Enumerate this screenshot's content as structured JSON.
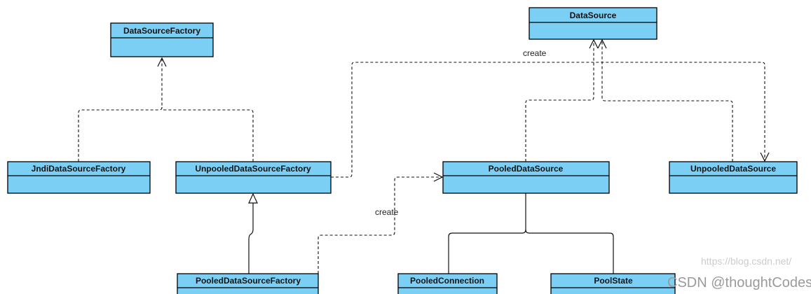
{
  "diagram": {
    "classes": {
      "data_source_factory": "DataSourceFactory",
      "jndi_data_source_factory": "JndiDataSourceFactory",
      "unpooled_data_source_factory": "UnpooledDataSourceFactory",
      "pooled_data_source_factory": "PooledDataSourceFactory",
      "data_source": "DataSource",
      "pooled_data_source": "PooledDataSource",
      "unpooled_data_source": "UnpooledDataSource",
      "pooled_connection": "PooledConnection",
      "pool_state": "PoolState"
    },
    "edge_labels": {
      "create_unpooled": "create",
      "create_pooled": "create"
    },
    "watermark": "CSDN @thoughtCodes",
    "watermark_url": "https://blog.csdn.net/"
  },
  "colors": {
    "class_fill": "#7ccff4",
    "stroke": "#000000"
  }
}
